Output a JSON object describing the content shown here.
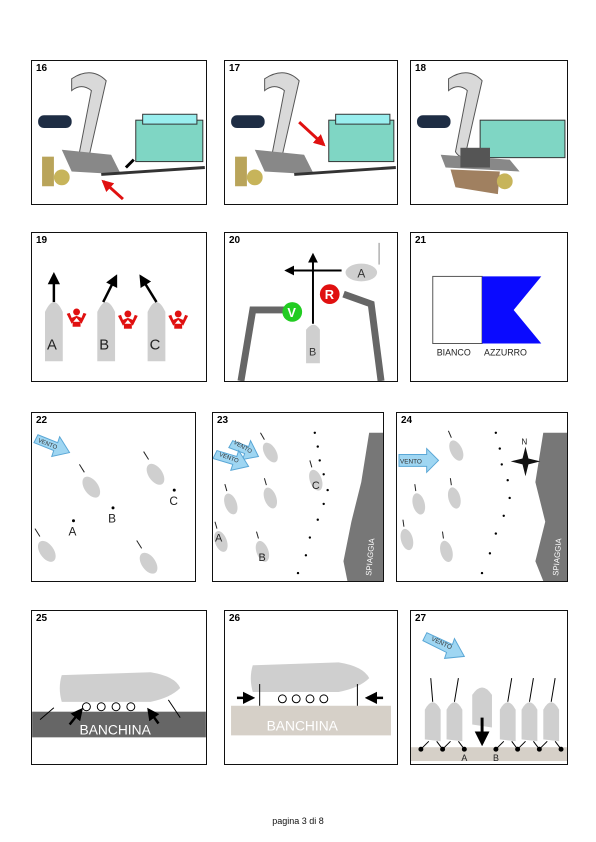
{
  "page": {
    "footer": "pagina 3 di 8"
  },
  "panels": {
    "p16": {
      "num": "16"
    },
    "p17": {
      "num": "17"
    },
    "p18": {
      "num": "18"
    },
    "p19": {
      "num": "19",
      "labels": [
        "A",
        "B",
        "C"
      ]
    },
    "p20": {
      "num": "20",
      "label_a": "A",
      "label_b": "B",
      "label_v": "V",
      "label_r": "R"
    },
    "p21": {
      "num": "21",
      "label_white": "BIANCO",
      "label_blue": "AZZURRO",
      "colors": {
        "white": "#ffffff",
        "blue": "#0a0aff"
      }
    },
    "p22": {
      "num": "22",
      "wind": "VENTO",
      "marks": [
        "A",
        "B",
        "C"
      ]
    },
    "p23": {
      "num": "23",
      "wind1": "VENTO",
      "wind2": "VENTO",
      "marks": [
        "A",
        "B",
        "C"
      ],
      "beach": "SPIAGGIA"
    },
    "p24": {
      "num": "24",
      "wind": "VENTO",
      "north": "N",
      "beach": "SPIAGGIA"
    },
    "p25": {
      "num": "25",
      "dock": "BANCHINA"
    },
    "p26": {
      "num": "26",
      "dock": "BANCHINA"
    },
    "p27": {
      "num": "27",
      "wind": "VENTO",
      "marks": [
        "A",
        "B"
      ]
    }
  },
  "colors": {
    "red": "#e01010",
    "green": "#22cc22",
    "boat": "#cfcfcf",
    "dark": "#555555",
    "wind": "#9fd6f2"
  }
}
